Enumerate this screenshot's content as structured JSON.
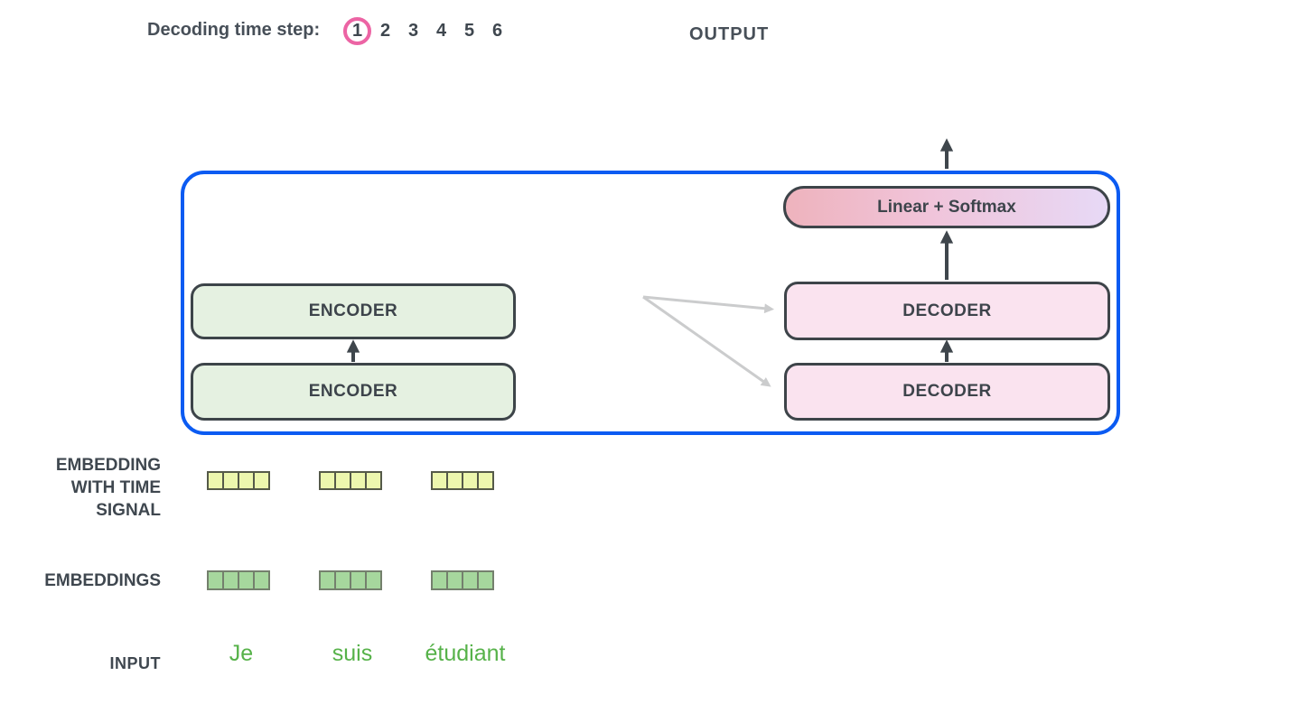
{
  "header": {
    "decoding_label": "Decoding time step:",
    "steps": [
      "1",
      "2",
      "3",
      "4",
      "5",
      "6"
    ],
    "selected_step": "1",
    "output_label": "OUTPUT"
  },
  "model": {
    "encoders": [
      "ENCODER",
      "ENCODER"
    ],
    "decoders": [
      "DECODER",
      "DECODER"
    ],
    "linear_softmax_label": "Linear + Softmax"
  },
  "rows": {
    "time_signal_label": "EMBEDDING\nWITH TIME\nSIGNAL",
    "embeddings_label": "EMBEDDINGS",
    "input_label": "INPUT",
    "input_words": [
      "Je",
      "suis",
      "étudiant"
    ],
    "embedding_cells_per_token": 4
  },
  "colors": {
    "container_border_blue": "#0b5bf2",
    "encoder_fill_green": "#e5f1e1",
    "decoder_fill_pink": "#fae3ef",
    "linear_gradient_left": "#eeb3bd",
    "linear_gradient_right": "#e7d9f6",
    "selected_step_circle_pink": "#ec64a4",
    "input_word_green": "#56b249",
    "embedding_cell_yellow": "#edf7ae",
    "embedding_cell_green": "#a6d79d",
    "dark_text": "#3f474f",
    "arrow_dark": "#3f464c",
    "arrow_gray": "#cbcccd"
  }
}
